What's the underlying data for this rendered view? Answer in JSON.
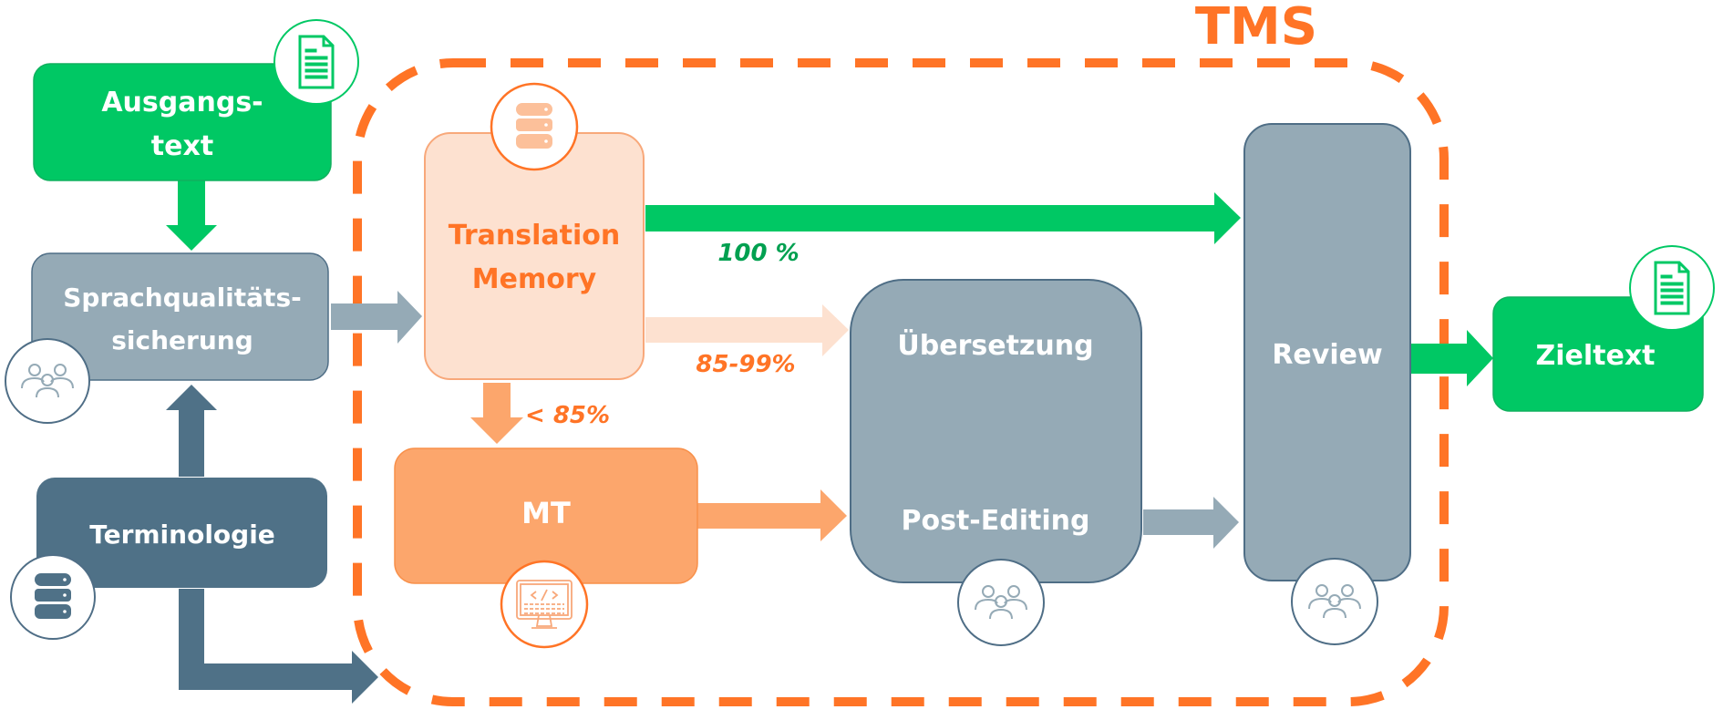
{
  "title": "TMS",
  "colors": {
    "green": "#00C864",
    "green_dark_text": "#00A050",
    "slate_light": "#95AAB6",
    "slate_dark": "#4F7187",
    "slate_border": "#4F6E86",
    "orange": "#FF7426",
    "orange_mid": "#FCA66C",
    "orange_light": "#FDE1D0",
    "orange_border": "#F8A87A",
    "white": "#FFFFFF"
  },
  "nodes": {
    "source": {
      "line1": "Ausgangs-",
      "line2": "text",
      "icon": "document-icon"
    },
    "quality": {
      "line1": "Sprachqualitäts-",
      "line2": "sicherung",
      "icon": "people-icon"
    },
    "terminology": {
      "label": "Terminologie",
      "icon": "database-icon"
    },
    "tm": {
      "line1": "Translation",
      "line2": "Memory",
      "icon": "database-icon"
    },
    "mt": {
      "label": "MT",
      "icon": "code-monitor-icon"
    },
    "translation": {
      "line1": "Übersetzung",
      "line2": "Post-Editing",
      "icon": "people-icon"
    },
    "review": {
      "label": "Review",
      "icon": "people-icon"
    },
    "target": {
      "label": "Zieltext",
      "icon": "document-icon"
    }
  },
  "edges": {
    "tm_to_review": "100 %",
    "tm_to_translation": "85-99%",
    "tm_to_mt": "< 85%"
  }
}
